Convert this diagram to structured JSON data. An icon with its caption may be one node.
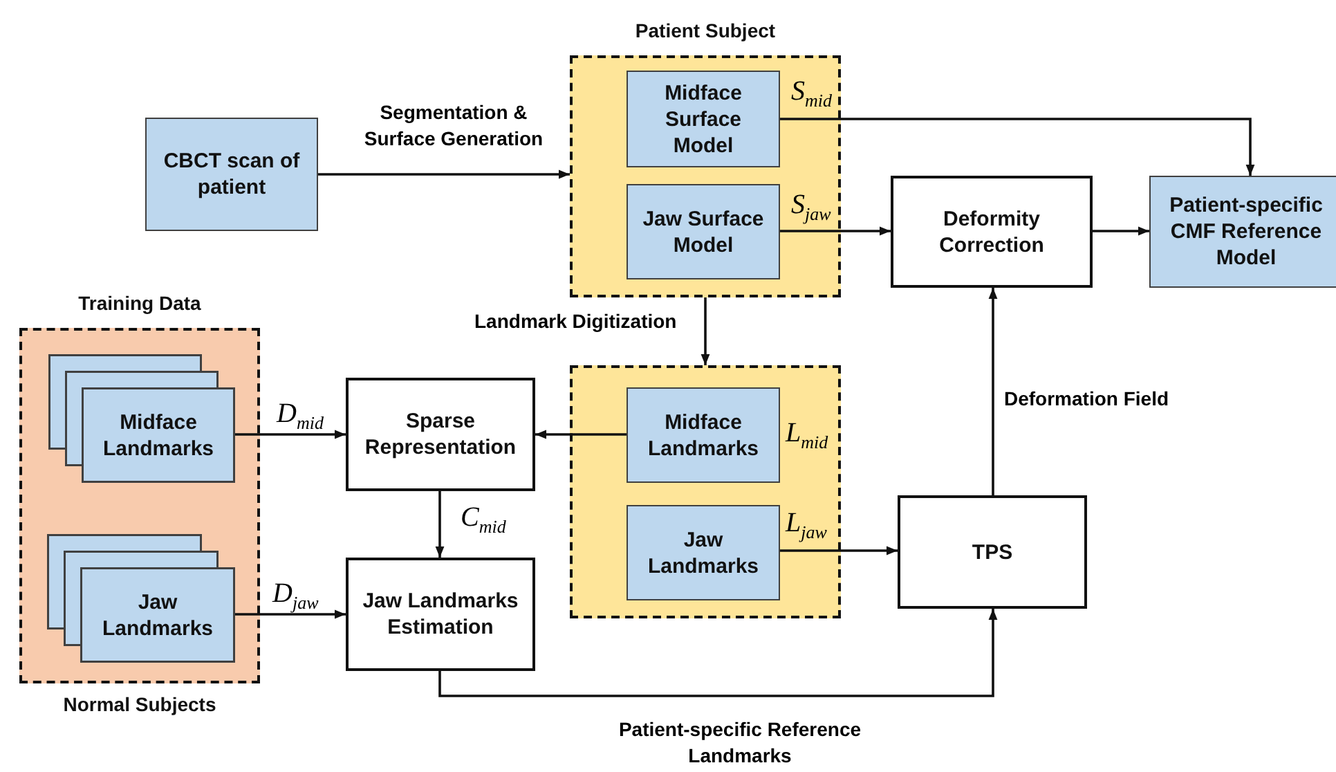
{
  "diagram": {
    "nodes": [
      {
        "text": [
          "CBCT scan of patient"
        ]
      },
      {
        "text": [
          "Patient Subject"
        ]
      },
      {
        "text": [
          "Midface Surface Model"
        ],
        "in": 1
      },
      {
        "text": [
          "Jaw Surface Model"
        ],
        "in": 1
      },
      {
        "text": [
          "Deformity Correction"
        ]
      },
      {
        "text": [
          "Patient-specific CMF Reference Model"
        ]
      },
      {
        "text": [
          "Training Data",
          "Normal Subjects"
        ]
      },
      {
        "text": [
          "Midface Landmarks"
        ],
        "in": 6
      },
      {
        "text": [
          "Jaw Landmarks"
        ],
        "in": 6
      },
      {
        "text": [
          "Sparse Representation"
        ]
      },
      {
        "text": [],
        "shape": "box"
      },
      {
        "text": [
          "Midface Landmarks"
        ],
        "in": 10,
        "beside": [
          "L$_{mid}$"
        ]
      },
      {
        "text": [
          "Jaw Landmarks"
        ],
        "in": 10
      },
      {
        "text": [
          "Jaw Landmarks Estimation"
        ]
      },
      {
        "text": [
          "TPS"
        ]
      }
    ],
    "edges": [
      {
        "from": 0,
        "to": 1,
        "arrow": "to",
        "label": "Segmentation & Surface Generation"
      },
      {
        "from": 2,
        "to": 5,
        "arrow": "to",
        "label": "S$_{mid}$"
      },
      {
        "from": 3,
        "to": 4,
        "arrow": "to",
        "label": "S$_{jaw}$"
      },
      {
        "from": 4,
        "to": 5,
        "arrow": "to"
      },
      {
        "from": 1,
        "to": 10,
        "arrow": "to",
        "label": "Landmark Digitization"
      },
      {
        "from": 7,
        "to": 9,
        "arrow": "to",
        "label": "D$_{mid}$"
      },
      {
        "from": 11,
        "to": 9,
        "arrow": "to"
      },
      {
        "from": 9,
        "to": 13,
        "arrow": "to",
        "label": "C$_{mid}$"
      },
      {
        "from": 8,
        "to": 13,
        "arrow": "to",
        "label": "D$_{jaw}$"
      },
      {
        "from": 12,
        "to": 14,
        "arrow": "to",
        "label": "L$_{jaw}$"
      },
      {
        "from": 14,
        "to": 4,
        "arrow": "to",
        "label": "Deformation Field"
      },
      {
        "from": 13,
        "to": 14,
        "arrow": "to",
        "label": "Patient-specific Reference Landmarks"
      }
    ]
  }
}
